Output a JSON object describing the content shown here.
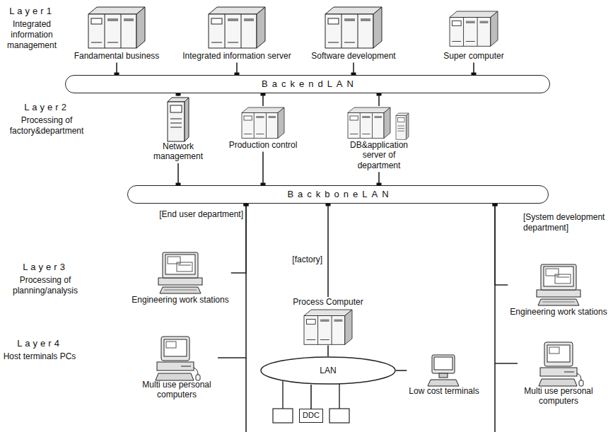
{
  "diagram": {
    "nodes": [
      {
        "text": [
          "Fandamental business"
        ]
      },
      {
        "text": [
          "Integrated information server"
        ]
      },
      {
        "text": [
          "Software development"
        ]
      },
      {
        "text": [
          "Super computer"
        ]
      },
      {
        "text": [
          "BackendLAN"
        ]
      },
      {
        "text": [
          "Network management"
        ]
      },
      {
        "text": [
          "Production control"
        ]
      },
      {
        "text": [
          "DB&application server of department"
        ]
      },
      {
        "text": [
          "BackboneLAN"
        ]
      },
      {
        "text": [
          "Engineering work stations"
        ]
      },
      {
        "text": [
          "Multi use personal computers"
        ]
      },
      {
        "text": [
          "Process Computer"
        ]
      },
      {
        "text": [
          "LAN"
        ]
      },
      {
        "text": [
          "Low cost terminals"
        ]
      },
      {
        "text": [
          "DDC"
        ]
      },
      {
        "text": [
          "Engineering work stations"
        ]
      },
      {
        "text": [
          "Multi use personal computers"
        ]
      }
    ],
    "edges": [
      {
        "from": 0,
        "to": 4,
        "arrow": "none"
      },
      {
        "from": 1,
        "to": 4,
        "arrow": "none"
      },
      {
        "from": 2,
        "to": 4,
        "arrow": "none"
      },
      {
        "from": 3,
        "to": 4,
        "arrow": "none"
      },
      {
        "from": 4,
        "to": 5,
        "arrow": "none"
      },
      {
        "from": 4,
        "to": 6,
        "arrow": "none"
      },
      {
        "from": 4,
        "to": 7,
        "arrow": "none"
      },
      {
        "from": 5,
        "to": 8,
        "arrow": "none"
      },
      {
        "from": 6,
        "to": 8,
        "arrow": "none"
      },
      {
        "from": 7,
        "to": 8,
        "arrow": "none"
      },
      {
        "from": 8,
        "to": 9,
        "arrow": "none"
      },
      {
        "from": 8,
        "to": 10,
        "arrow": "none"
      },
      {
        "from": 8,
        "to": 11,
        "arrow": "none"
      },
      {
        "from": 11,
        "to": 12,
        "arrow": "none"
      },
      {
        "from": 12,
        "to": 13,
        "arrow": "none"
      },
      {
        "from": 12,
        "to": 14,
        "arrow": "none"
      },
      {
        "from": 8,
        "to": 15,
        "arrow": "none"
      },
      {
        "from": 8,
        "to": 16,
        "arrow": "none"
      }
    ],
    "labels": [
      "Layer1",
      "Integrated information management",
      "Layer2",
      "Processing of factory&department",
      "Layer3",
      "Processing of planning/analysis",
      "Layer4",
      "Host terminals PCs",
      "[End user department]",
      "[factory]",
      "[System development department]"
    ]
  }
}
